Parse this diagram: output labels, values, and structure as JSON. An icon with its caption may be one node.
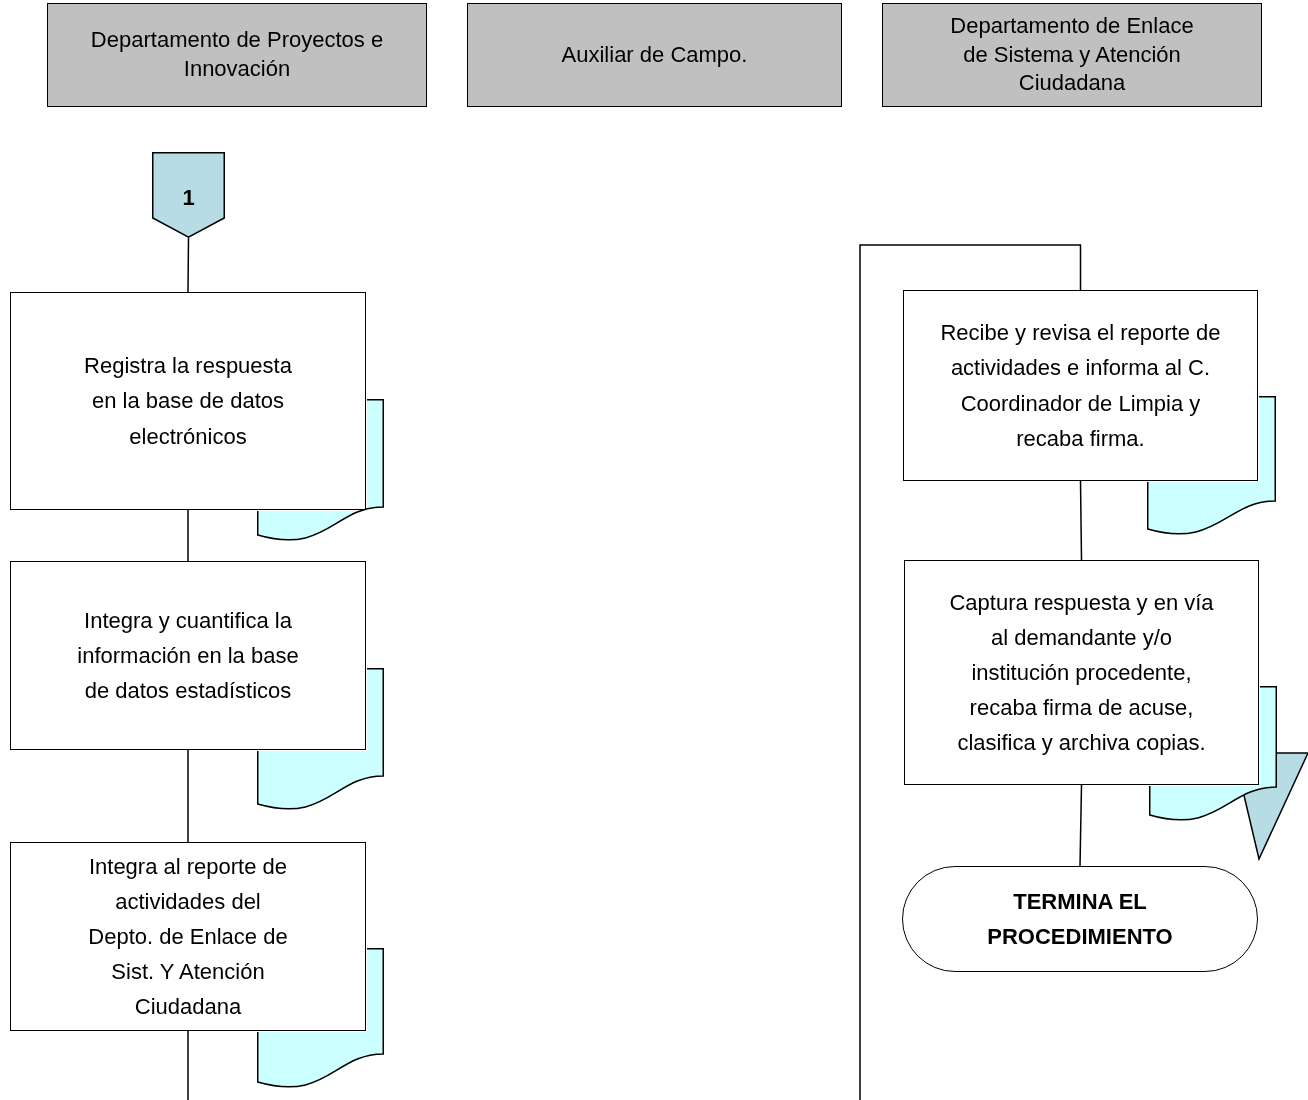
{
  "diagram": {
    "nodes": [
      {
        "text": [
          "Departamento de Proyectos e Innovación"
        ]
      },
      {
        "text": [
          "Auxiliar de Campo."
        ]
      },
      {
        "text": [
          "Departamento de Enlace de Sistema y Atención Ciudadana"
        ]
      },
      {
        "text": [
          "1"
        ]
      },
      {
        "text": [
          "Registra la respuesta en la base de datos electrónicos"
        ]
      },
      {
        "text": [
          "Integra y cuantifica la información en la base de datos estadísticos"
        ]
      },
      {
        "text": [
          "Integra al reporte de actividades del Depto. de Enlace de Sist. Y Atención Ciudadana"
        ]
      },
      {
        "text": [
          "Recibe y revisa el reporte de actividades e informa al C. Coordinador de Limpia y recaba firma."
        ]
      },
      {
        "text": [
          "Captura respuesta y en vía al demandante y/o institución procedente, recaba firma de acuse, clasifica y archiva copias."
        ]
      },
      {
        "text": [
          "TERMINA EL PROCEDIMIENTO"
        ]
      }
    ],
    "edges": [
      {
        "from": 3,
        "to": 4,
        "arrow": "none"
      },
      {
        "from": 4,
        "to": 5,
        "arrow": "none"
      },
      {
        "from": 5,
        "to": 6,
        "arrow": "none"
      },
      {
        "from": 6,
        "to": null,
        "arrow": "none"
      },
      {
        "from": null,
        "to": 7,
        "arrow": "none"
      },
      {
        "from": 7,
        "to": 8,
        "arrow": "none"
      },
      {
        "from": 8,
        "to": 9,
        "arrow": "none"
      }
    ]
  }
}
